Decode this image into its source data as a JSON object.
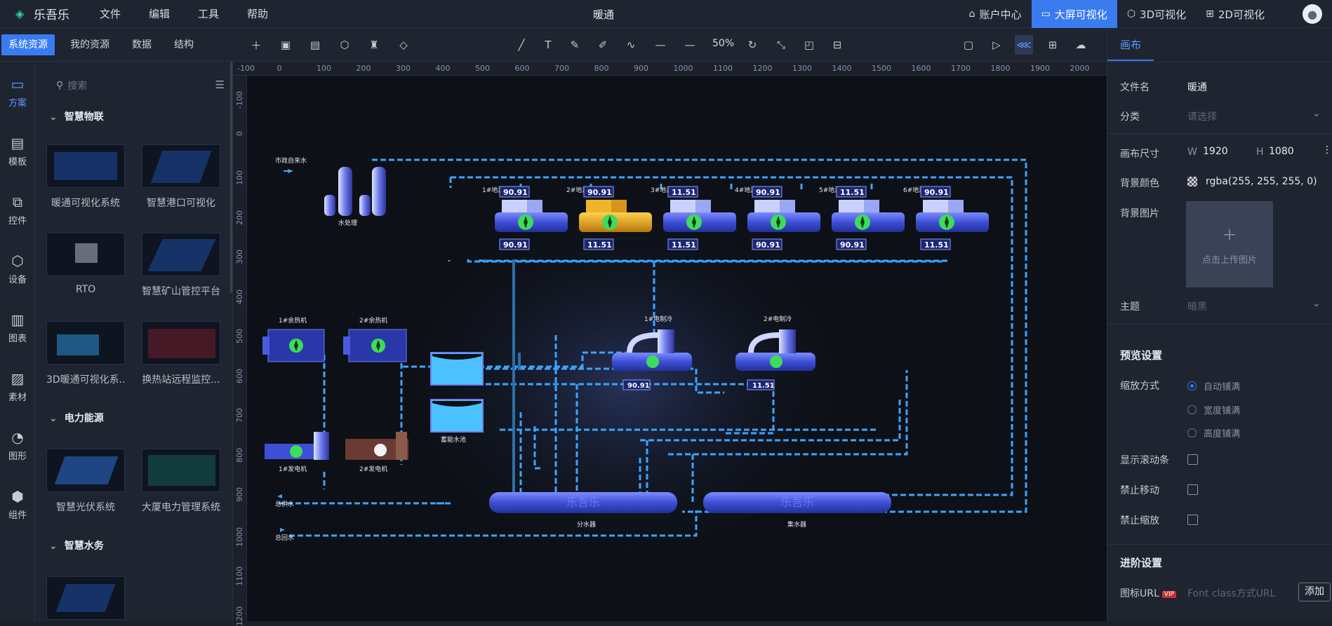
{
  "app": {
    "logo_text": "乐吾乐",
    "title": "暖通"
  },
  "menu": [
    "文件",
    "编辑",
    "工具",
    "帮助"
  ],
  "topnav": [
    {
      "label": "账户中心",
      "icon": "home-icon"
    },
    {
      "label": "大屏可视化",
      "icon": "monitor-icon",
      "active": true
    },
    {
      "label": "3D可视化",
      "icon": "cube-icon"
    },
    {
      "label": "2D可视化",
      "icon": "grid-icon"
    }
  ],
  "tabs": [
    {
      "label": "系统资源",
      "active": true
    },
    {
      "label": "我的资源"
    },
    {
      "label": "数据"
    },
    {
      "label": "结构"
    }
  ],
  "toolbar": {
    "zoom": "50%"
  },
  "leftnav": [
    "方案",
    "模板",
    "控件",
    "设备",
    "图表",
    "素材",
    "图形",
    "组件"
  ],
  "search": {
    "placeholder": "搜索"
  },
  "groups": [
    {
      "name": "智慧物联",
      "items": [
        "暖通可视化系统",
        "智慧港口可视化",
        "RTO",
        "智慧矿山管控平台",
        "3D暖通可视化系...",
        "换热站远程监控..."
      ]
    },
    {
      "name": "电力能源",
      "items": [
        "智慧光伏系统",
        "大厦电力管理系统"
      ]
    },
    {
      "name": "智慧水务",
      "items": []
    }
  ],
  "ruler": {
    "h": [
      "-100",
      "0",
      "100",
      "200",
      "300",
      "400",
      "500",
      "600",
      "700",
      "800",
      "900",
      "1000",
      "1100",
      "1200",
      "1300",
      "1400",
      "1500",
      "1600",
      "1700",
      "1800",
      "1900",
      "2000"
    ],
    "v": [
      "-100",
      "0",
      "100",
      "200",
      "300",
      "400",
      "500",
      "600",
      "700",
      "800",
      "900",
      "1000",
      "1100",
      "1200"
    ]
  },
  "diagram": {
    "city_water": "市政自来水",
    "water_treatment": "水处理",
    "pumps": [
      {
        "name": "1#地源热泵",
        "top": "90.91",
        "bottom": "90.91"
      },
      {
        "name": "2#地源热泵",
        "top": "90.91",
        "bottom": "11.51",
        "highlight": true
      },
      {
        "name": "3#地源热泵",
        "top": "11.51",
        "bottom": "11.51"
      },
      {
        "name": "4#地源热泵",
        "top": "90.91",
        "bottom": "90.91"
      },
      {
        "name": "5#地源热泵",
        "top": "11.51",
        "bottom": "90.91"
      },
      {
        "name": "6#地源热泵",
        "top": "90.91",
        "bottom": "11.51"
      }
    ],
    "heat_recovery": [
      "1#余热机",
      "2#余热机"
    ],
    "chillers": [
      {
        "name": "1#电制冷",
        "value": "90.91"
      },
      {
        "name": "2#电制冷",
        "value": "11.51"
      }
    ],
    "generators": [
      "1#发电机",
      "2#发电机"
    ],
    "storage": "蓄能水池",
    "distributor": "分水器",
    "collector": "集水器",
    "supply": "总供水",
    "return": "总回水",
    "watermark": "乐吾乐",
    "colors": {
      "pipe": "#3ba4ff",
      "panel": "#2a37a8",
      "fan": "#3ddc5a",
      "gold": "#e8a41b",
      "water": "#4bc2ff"
    }
  },
  "props": {
    "tab": "画布",
    "file_label": "文件名",
    "file_value": "暖通",
    "category_label": "分类",
    "category_ph": "请选择",
    "size_label": "画布尺寸",
    "w_label": "W",
    "w": "1920",
    "h_label": "H",
    "h": "1080",
    "bg_label": "背景颜色",
    "bg_value": "rgba(255, 255, 255, 0)",
    "bgimg_label": "背景图片",
    "upload_text": "点击上传图片",
    "theme_label": "主题",
    "theme_ph": "暗黑",
    "preview_title": "预览设置",
    "scale_label": "缩放方式",
    "scale_options": [
      "自动铺满",
      "宽度铺满",
      "高度铺满"
    ],
    "scroll_label": "显示滚动条",
    "nomove_label": "禁止移动",
    "nozoom_label": "禁止缩放",
    "adv_title": "进阶设置",
    "icon_url_label": "图标URL",
    "vip": "VIP",
    "icon_url_ph": "Font class方式URL",
    "add_label": "添加"
  }
}
